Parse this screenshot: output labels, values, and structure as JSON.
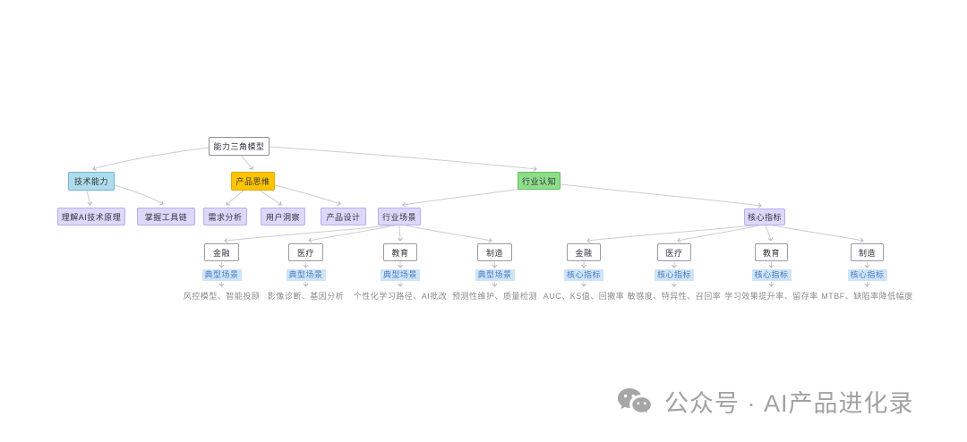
{
  "diagram": {
    "root": {
      "label": "能力三角模型"
    },
    "level1": [
      {
        "id": "tech",
        "label": "技术能力",
        "color": "#aedcec",
        "border": "#6fb4d4"
      },
      {
        "id": "product",
        "label": "产品思维",
        "color": "#ffc400",
        "border": "#e0ab00"
      },
      {
        "id": "industry",
        "label": "行业认知",
        "color": "#8edd8a",
        "border": "#5fbf5a"
      }
    ],
    "tech_children": [
      {
        "label": "理解AI技术原理"
      },
      {
        "label": "掌握工具链"
      }
    ],
    "product_children": [
      {
        "label": "需求分析"
      },
      {
        "label": "用户洞察"
      },
      {
        "label": "产品设计"
      }
    ],
    "industry_children": [
      {
        "label": "行业场景"
      },
      {
        "label": "核心指标"
      }
    ],
    "scenarios": {
      "tag": "典型场景",
      "items": [
        {
          "sector": "金融",
          "desc": "风控模型、智能投顾"
        },
        {
          "sector": "医疗",
          "desc": "影像诊断、基因分析"
        },
        {
          "sector": "教育",
          "desc": "个性化学习路径、AI批改"
        },
        {
          "sector": "制造",
          "desc": "预测性维护、质量检测"
        }
      ]
    },
    "metrics": {
      "tag": "核心指标",
      "items": [
        {
          "sector": "金融",
          "desc": "AUC、KS值、回撤率"
        },
        {
          "sector": "医疗",
          "desc": "敏感度、特异性、召回率"
        },
        {
          "sector": "教育",
          "desc": "学习效果提升率、留存率"
        },
        {
          "sector": "制造",
          "desc": "MTBF、缺陷率降低幅度"
        }
      ]
    },
    "style": {
      "node_bg": "#ffffff",
      "node_border": "#9a9aa2",
      "purple_bg": "#ddd8fa",
      "purple_border": "#b7aeee",
      "edge_color": "#ccccd4",
      "tag_text": "#4a7dc4",
      "tag_bg": "#cfe4f6",
      "desc_text": "#8b8b90"
    }
  },
  "watermark": {
    "icon": "wechat-icon",
    "text": "公众号 · AI产品进化录",
    "color": "#a2a2a2"
  }
}
